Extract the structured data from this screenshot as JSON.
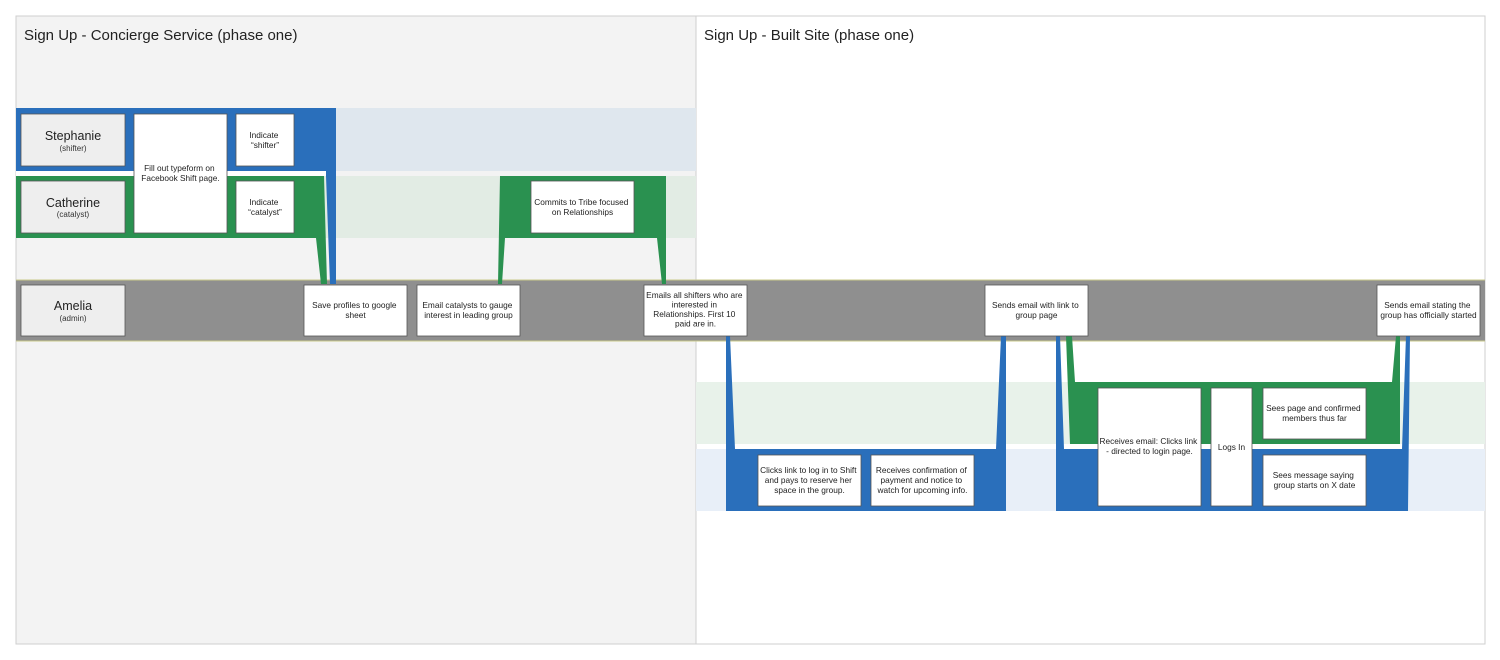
{
  "phases": {
    "concierge": {
      "title": "Sign Up - Concierge Service (phase one)"
    },
    "built": {
      "title": "Sign Up - Built Site (phase one)"
    }
  },
  "actors": {
    "stephanie": {
      "name": "Stephanie",
      "role": "(shifter)"
    },
    "catherine": {
      "name": "Catherine",
      "role": "(catalyst)"
    },
    "amelia": {
      "name": "Amelia",
      "role": "(admin)"
    }
  },
  "cards": {
    "typeform": [
      "Fill out typeform on",
      "Facebook Shift page."
    ],
    "indicate_shifter": [
      "Indicate",
      "“shifter”"
    ],
    "indicate_catalyst": [
      "Indicate",
      "“catalyst”"
    ],
    "save_profiles": [
      "Save profiles to google",
      "sheet"
    ],
    "email_catalysts": [
      "Email catalysts to gauge",
      "interest in leading group"
    ],
    "commits_tribe": [
      "Commits to Tribe focused",
      "on Relationships"
    ],
    "emails_shifters": [
      "Emails all shifters who are",
      "interested in",
      "Relationships.  First 10",
      "paid are in."
    ],
    "sends_link": [
      "Sends email with link to",
      "group page"
    ],
    "sends_started": [
      "Sends email stating the",
      "group has officially started"
    ],
    "clicks_link": [
      "Clicks link to log in to Shift",
      "and pays to reserve her",
      "space in the group."
    ],
    "receives_confirmation": [
      "Receives confirmation of",
      "payment and notice to",
      "watch for upcoming info."
    ],
    "receives_email": [
      "Receives email: Clicks link",
      "- directed to login page."
    ],
    "logs_in": [
      "Logs In"
    ],
    "sees_page": [
      "Sees page and confirmed",
      "members thus far"
    ],
    "sees_message": [
      "Sees message saying",
      "group starts on X date"
    ]
  },
  "colors": {
    "shifter": "#2a6fbb",
    "catalyst": "#2a9150",
    "admin": "#8f8f8f",
    "concierge_bg": "#f3f3f3",
    "built_bg": "#ffffff"
  }
}
